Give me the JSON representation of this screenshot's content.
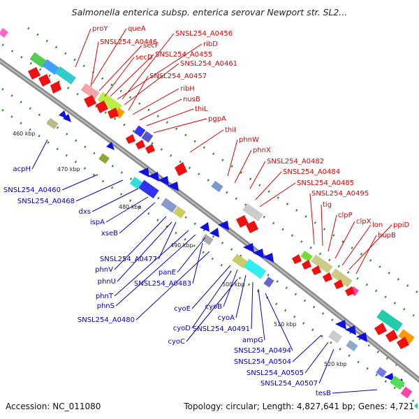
{
  "map": {
    "title": "Salmonella enterica subsp. enterica serovar Newport str. SL2...",
    "footer_left": "Accession: NC_011080",
    "footer_right": "Topology: circular; Length: 4,827,641 bp; Genes: 4,721",
    "colors": {
      "backbone": "#8c8c8c",
      "forward_label": "#dd0000",
      "reverse_label": "#0000bb",
      "forward_cds": "#ee1111",
      "reverse_cds": "#1111dd",
      "tick": "#2a8a2a"
    },
    "ticks": [
      "460 kbp",
      "470 kbp",
      "480 kbp",
      "490 kbp",
      "500 kbp",
      "510 kbp",
      "520 kbp"
    ],
    "forward_genes": [
      "proY",
      "queA",
      "SNSL254_A0446",
      "secF",
      "secD",
      "SNSL254_A0456",
      "SNSL254_A0455",
      "ribD",
      "SNSL254_A0461",
      "SNSL254_A0457",
      "ribH",
      "nusB",
      "thiL",
      "pgpA",
      "thiI",
      "phnW",
      "phnX",
      "SNSL254_A0482",
      "SNSL254_A0484",
      "SNSL254_A0485",
      "SNSL254_A0495",
      "tig",
      "clpP",
      "clpX",
      "lon",
      "ppiD",
      "hupB"
    ],
    "reverse_genes": [
      "acpH",
      "SNSL254_A0460",
      "SNSL254_A0468",
      "dxs",
      "ispA",
      "xseB",
      "SNSL254_A0477",
      "phnV",
      "phnU",
      "phnT",
      "phnS",
      "panE",
      "SNSL254_A0483",
      "SNSL254_A0480",
      "cyoE",
      "cyoB",
      "cyoA",
      "cyoD",
      "cyoC",
      "SNSL254_A0491",
      "ampG",
      "SNSL254_A0494",
      "SNSL254_A0504",
      "SNSL254_A0505",
      "SNSL254_A0507",
      "tesB"
    ]
  }
}
